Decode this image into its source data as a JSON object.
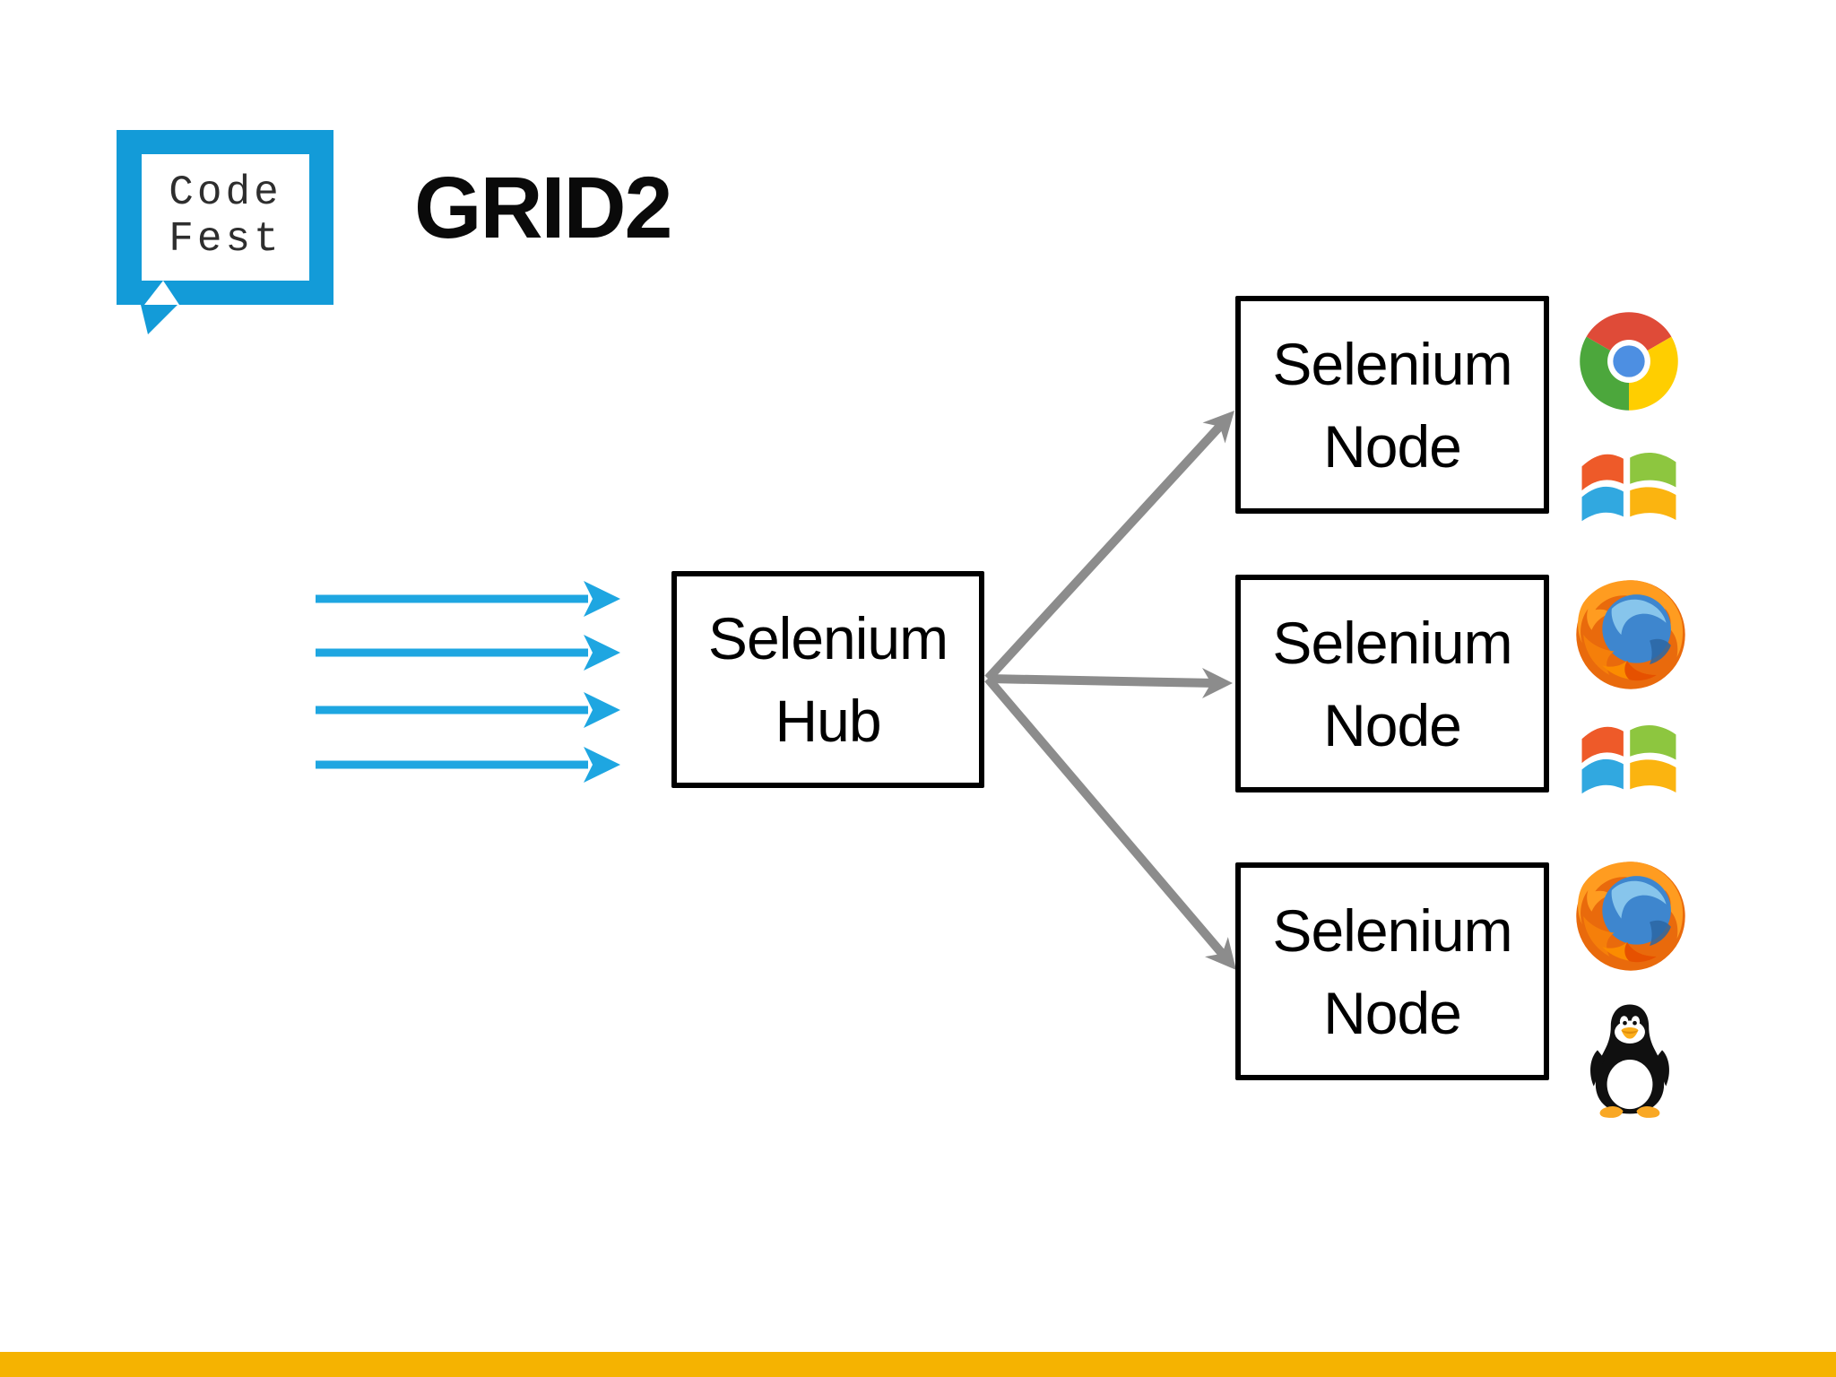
{
  "slide": {
    "title": "GRID2",
    "background_color": "#ffffff",
    "footer_bar_color": "#F5B301"
  },
  "logo": {
    "line1": "Code",
    "line2": "Fest",
    "bubble_color": "#139BD8",
    "text_color": "#2e2e2e"
  },
  "requests": {
    "arrow_color": "#1EA6E1",
    "count": 4
  },
  "connectors": {
    "color": "#8C8C8C",
    "count": 3
  },
  "hub": {
    "line1": "Selenium",
    "line2": "Hub"
  },
  "nodes": [
    {
      "line1": "Selenium",
      "line2": "Node",
      "browser": "chrome",
      "os": "windows"
    },
    {
      "line1": "Selenium",
      "line2": "Node",
      "browser": "firefox",
      "os": "windows"
    },
    {
      "line1": "Selenium",
      "line2": "Node",
      "browser": "firefox",
      "os": "linux"
    }
  ]
}
